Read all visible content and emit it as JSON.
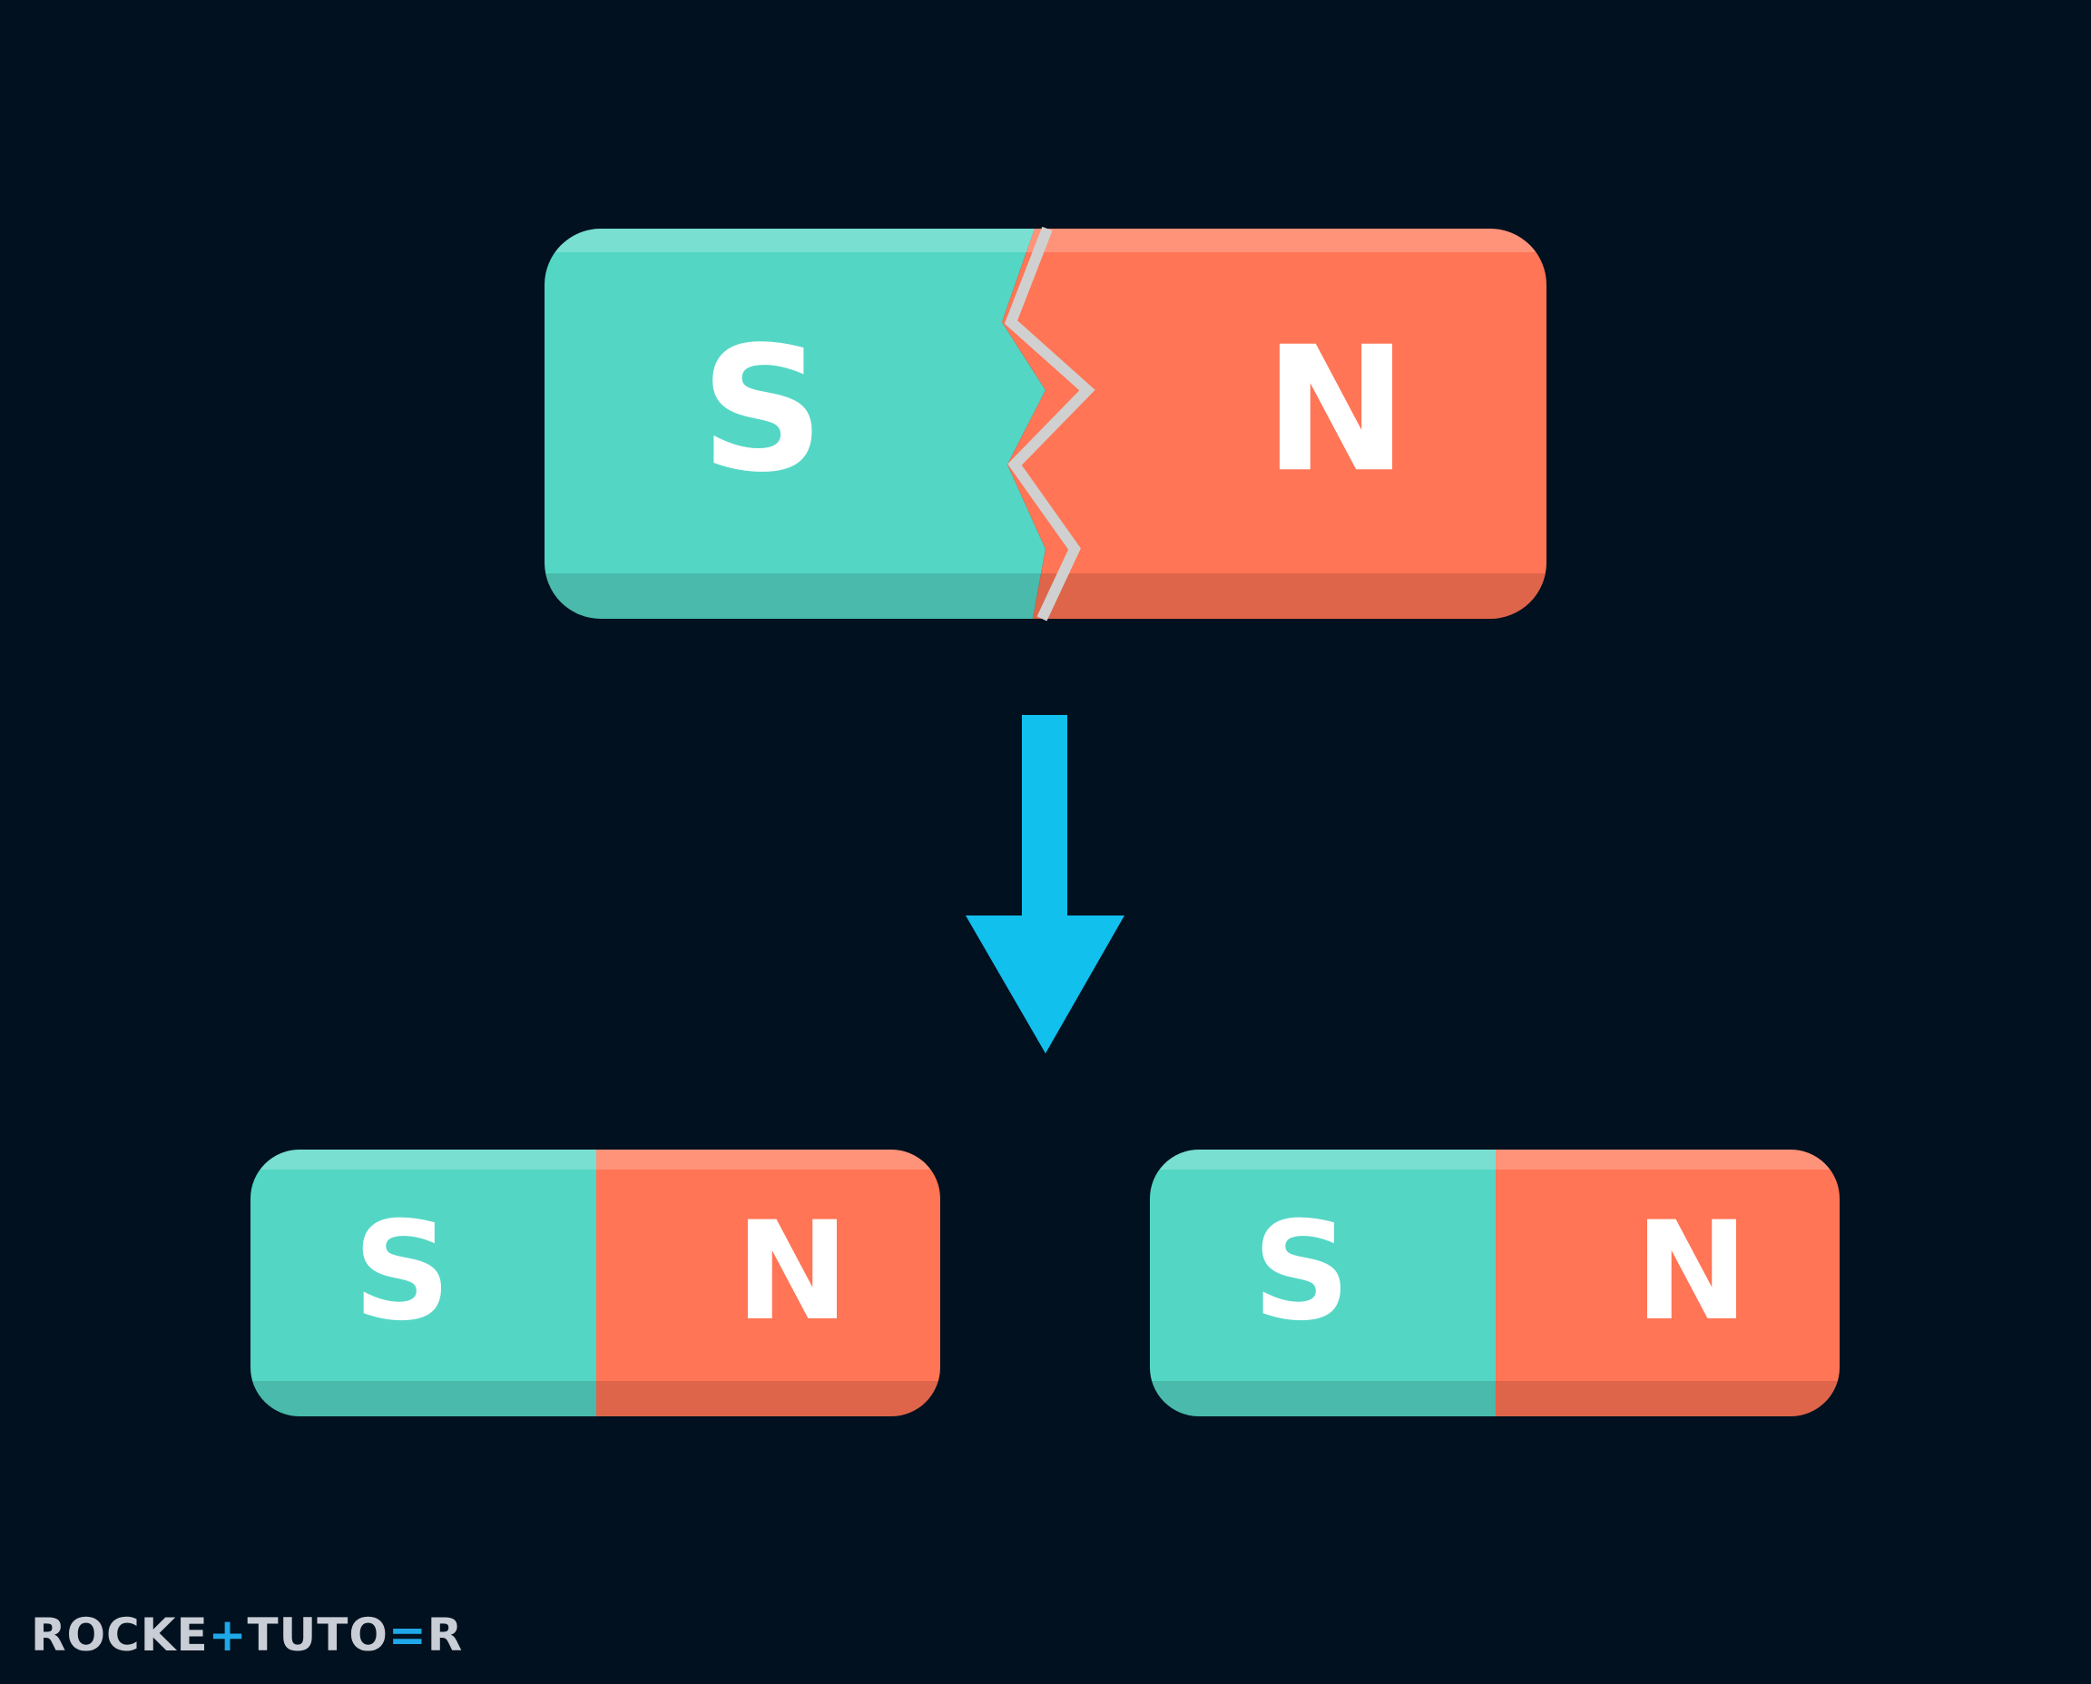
{
  "magnets": {
    "original": {
      "south": "S",
      "north": "N"
    },
    "left_piece": {
      "south": "S",
      "north": "N"
    },
    "right_piece": {
      "south": "S",
      "north": "N"
    }
  },
  "logo": {
    "part1": "ROCKE",
    "plus": "+",
    "part2": "TUTO",
    "mark": "=",
    "part3": "R"
  },
  "colors": {
    "background": "#02111f",
    "south_pole": "#54d6c5",
    "north_pole": "#ff7555",
    "arrow": "#12c0ee",
    "crack": "#d0d0d0"
  }
}
